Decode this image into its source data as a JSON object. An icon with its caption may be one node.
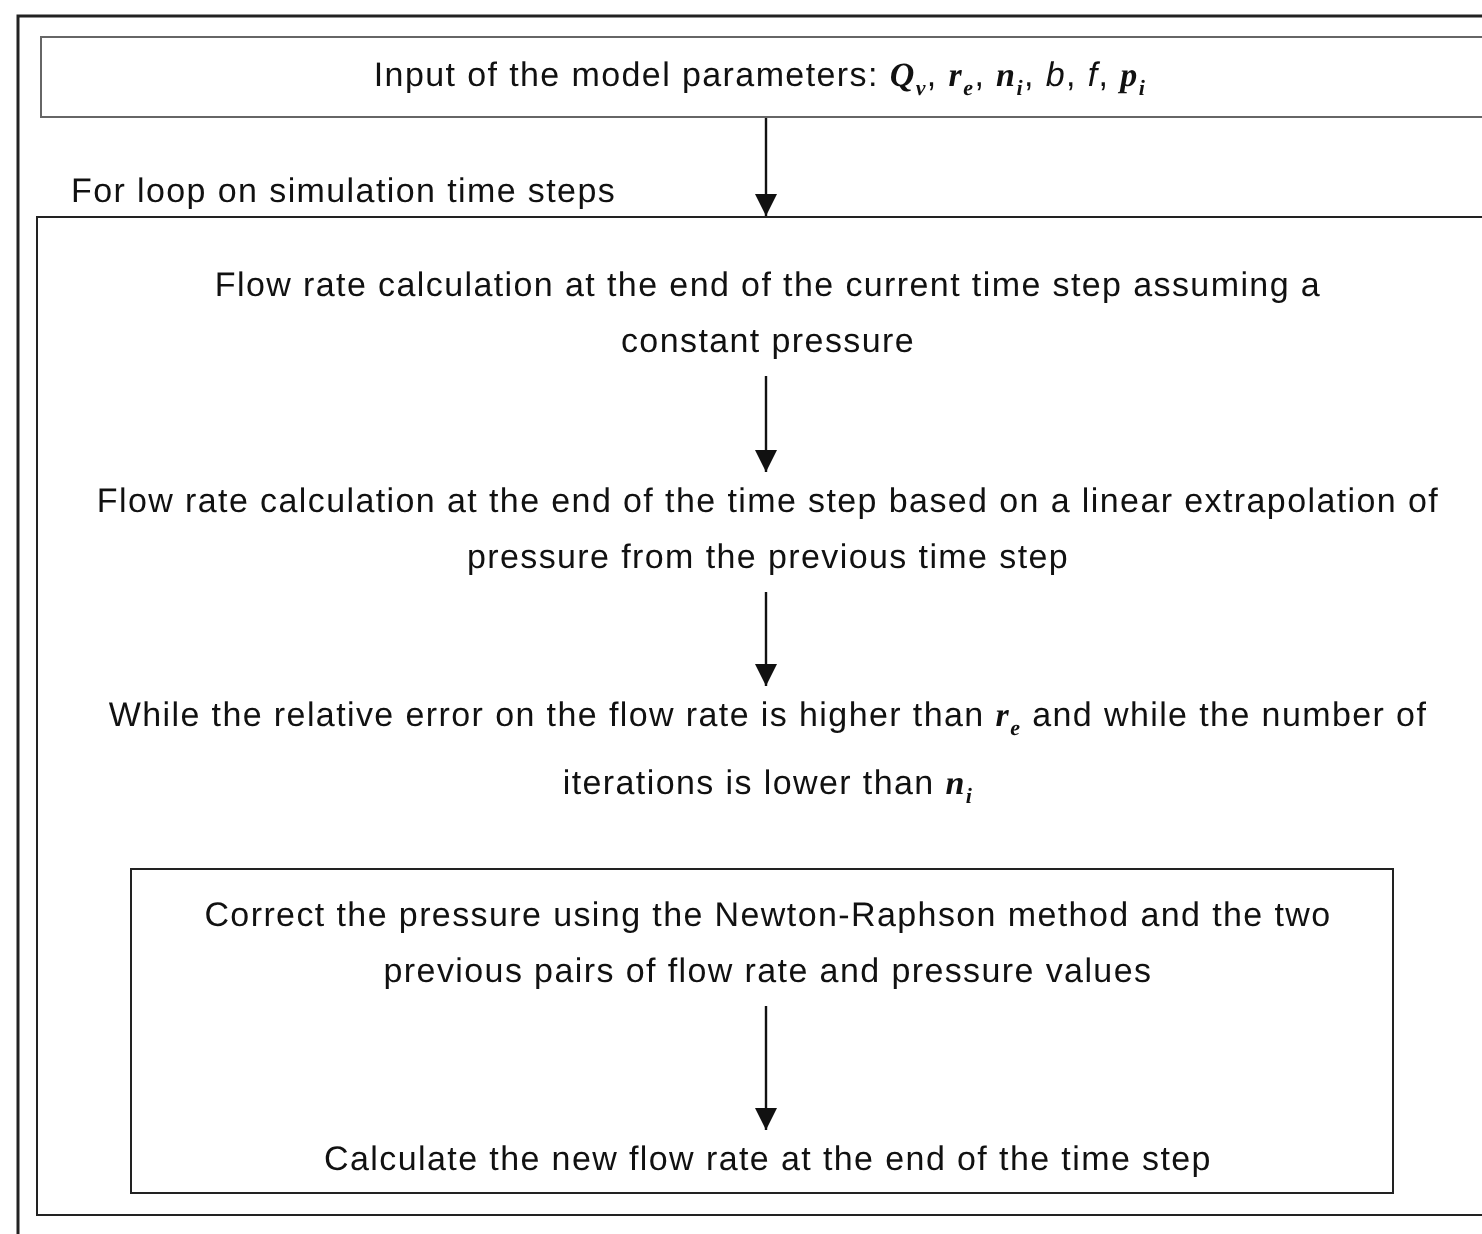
{
  "diagram": {
    "nodes": [
      {
        "text": [
          "Input of the model parameters: **Q**$_{v}$, **r**$_{e}$, **n**$_{i}$, *b*, *f*, **p**$_{i}$"
        ]
      },
      {
        "text": [
          "For loop on simulation time steps"
        ]
      },
      {
        "text": [
          "Flow rate calculation at the end of the current time step assuming a constant pressure"
        ],
        "in": 1
      },
      {
        "text": [
          "Flow rate calculation at the end of the time step based on a linear extrapolation of pressure from the previous time step"
        ],
        "in": 1
      },
      {
        "text": [
          "While the relative error on the flow rate is higher than **r**$_{e}$ and while the number of iterations is lower than **n**$_{i}$"
        ],
        "in": 1
      },
      {
        "text": [
          "Correct the pressure using the Newton-Raphson method and the two previous pairs of flow rate and pressure values"
        ],
        "in": 4
      },
      {
        "text": [
          "Calculate the new flow rate at the end of the time step"
        ],
        "in": 4
      }
    ],
    "edges": [
      {
        "from": 0,
        "to": 1,
        "arrow": "to"
      },
      {
        "from": 2,
        "to": 3,
        "arrow": "to"
      },
      {
        "from": 3,
        "to": 4,
        "arrow": "to"
      },
      {
        "from": 5,
        "to": 6,
        "arrow": "to"
      }
    ]
  }
}
